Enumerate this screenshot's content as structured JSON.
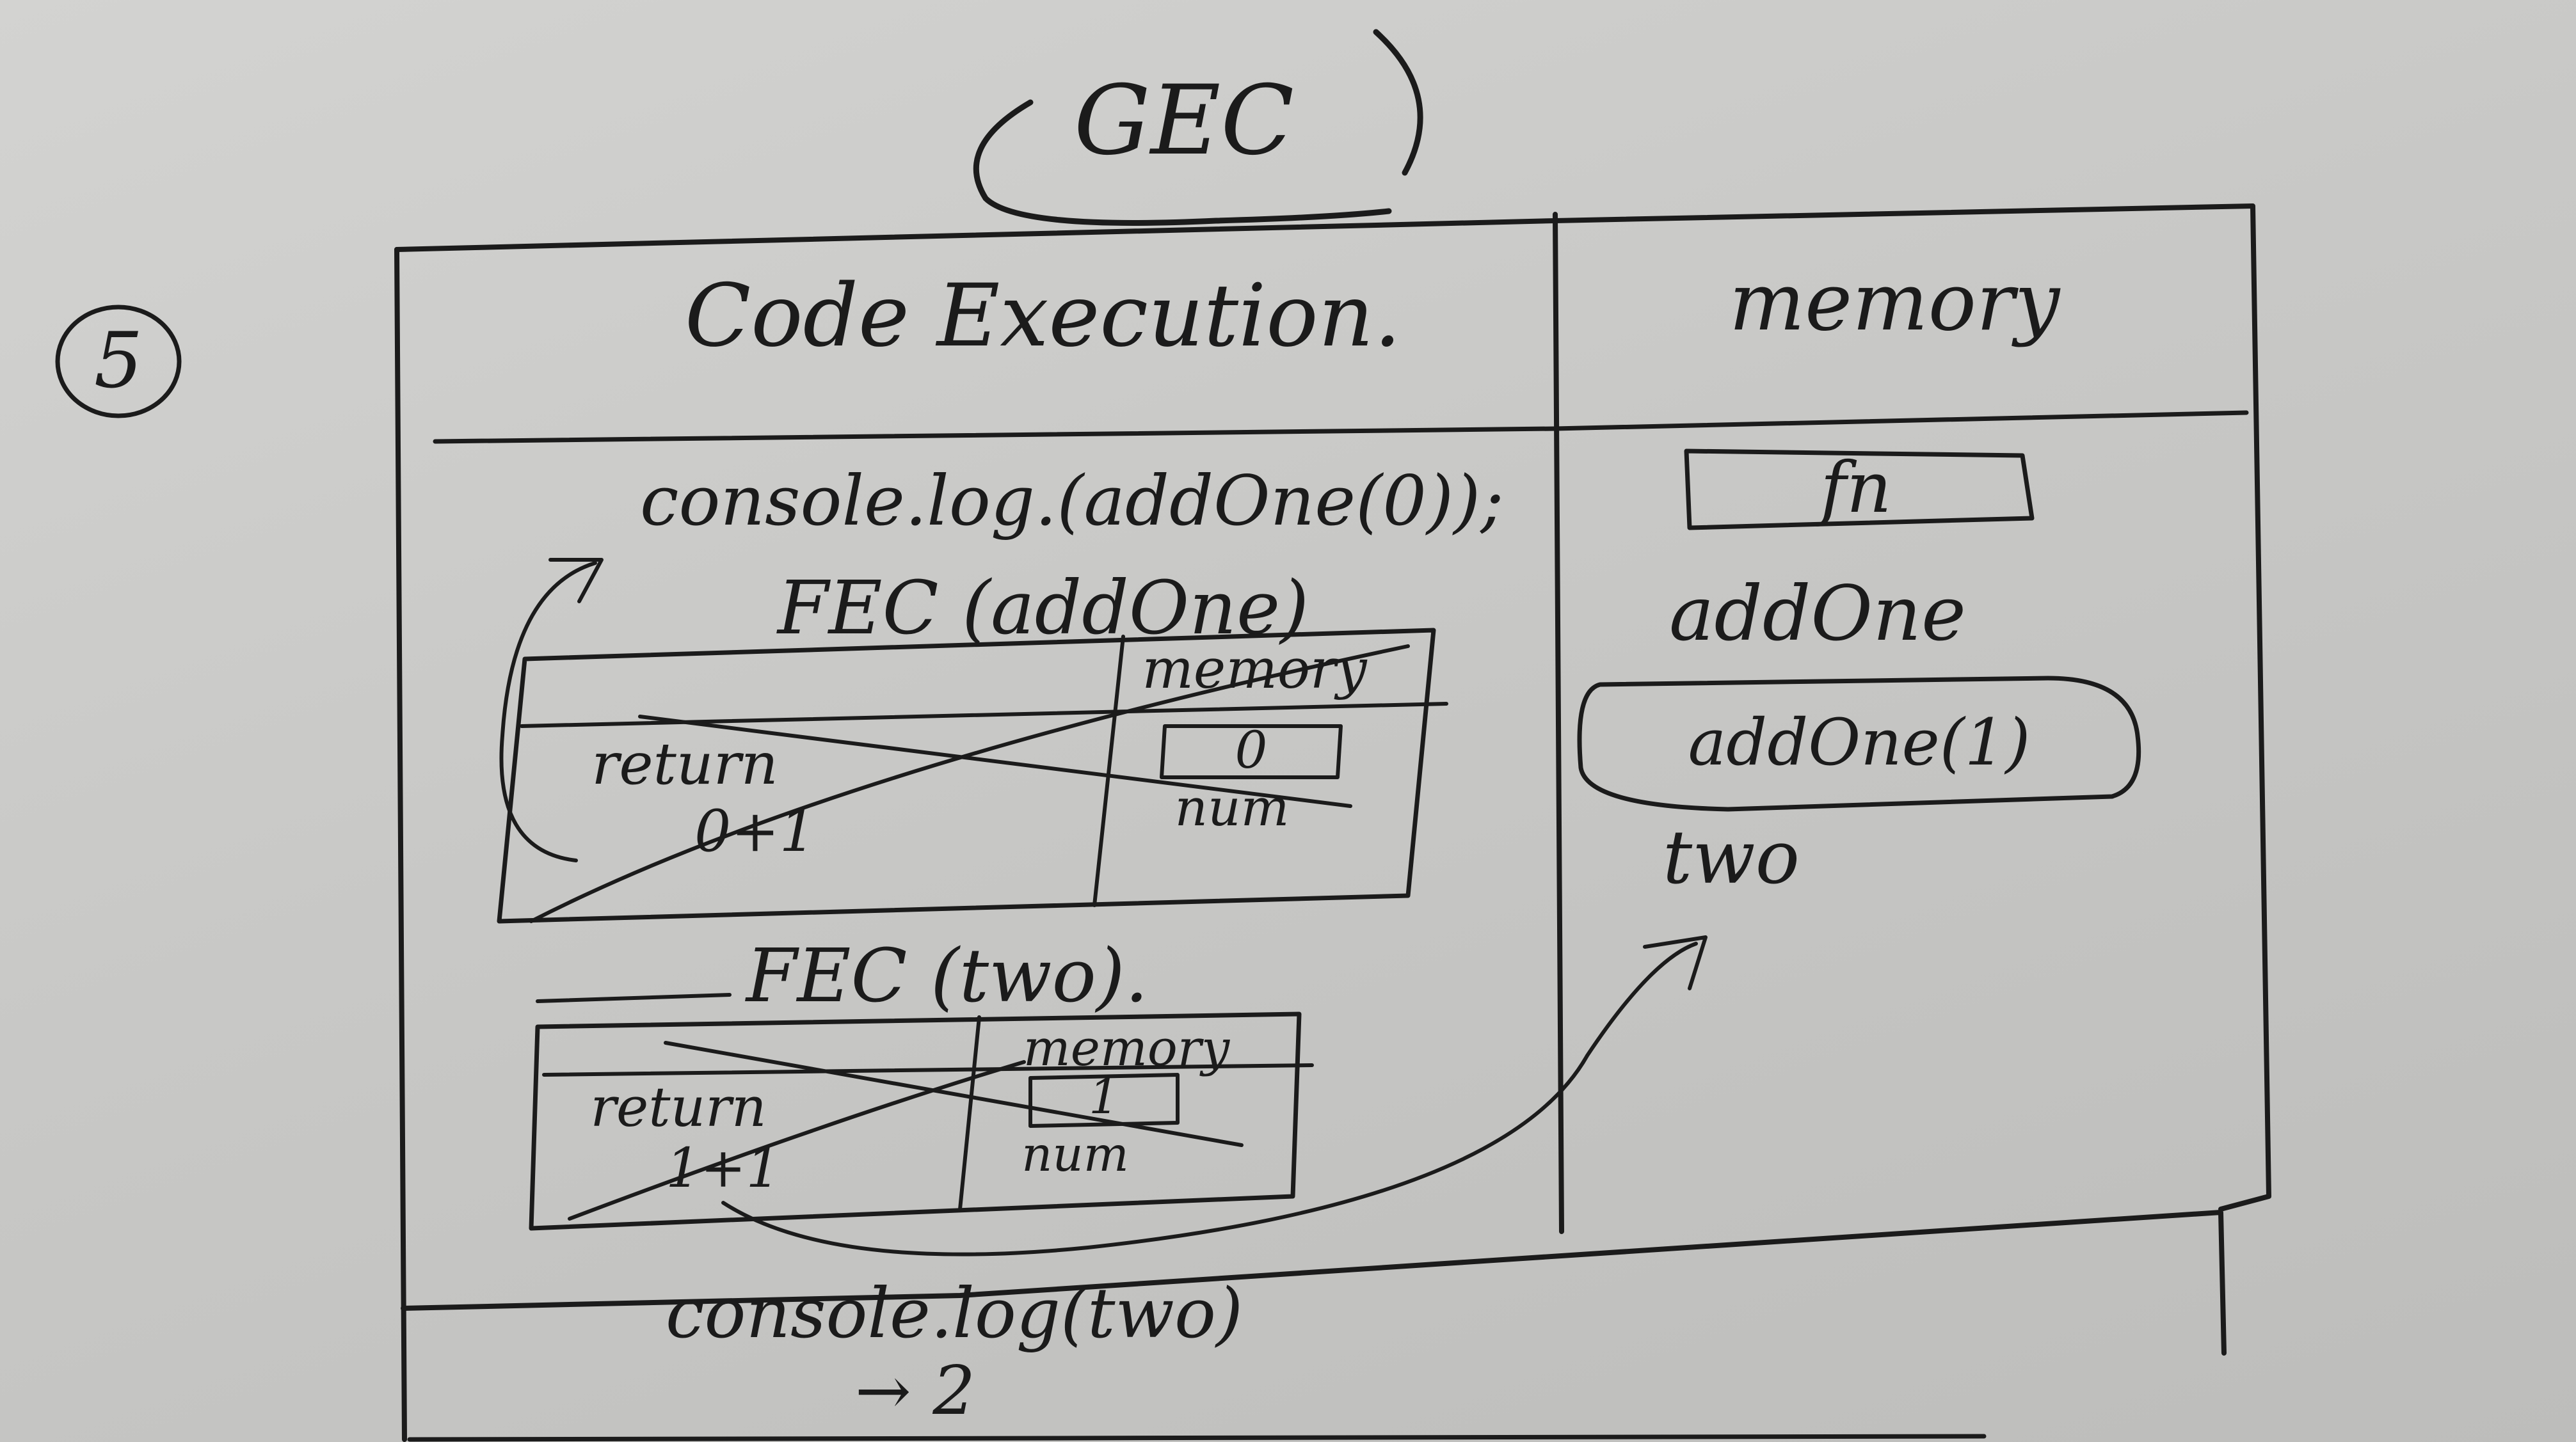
{
  "title": "GEC",
  "step_number": "5",
  "main": {
    "code_execution_label": "Code Execution.",
    "memory_label": "memory",
    "statement_1": "console.log.(addOne(0));",
    "statement_2": "console.log(two)",
    "output": "→ 2"
  },
  "global_memory": {
    "addOne_value": "fn",
    "addOne_name": "addOne",
    "two_value": "addOne(1)",
    "two_name": "two"
  },
  "fec_addOne": {
    "label": "FEC (addOne)",
    "memory_label": "memory",
    "return_label": "return",
    "return_expr": "0+1",
    "param_value": "0",
    "param_name": "num"
  },
  "fec_two": {
    "label": "FEC (two).",
    "memory_label": "memory",
    "return_label": "return",
    "return_expr": "1+1",
    "param_value": "1",
    "param_name": "num"
  }
}
